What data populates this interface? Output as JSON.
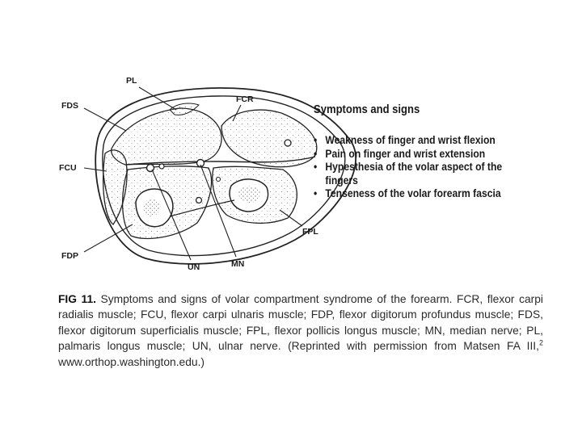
{
  "figure": {
    "labels": {
      "pl": "PL",
      "fds": "FDS",
      "fcr": "FCR",
      "fcu": "FCU",
      "fdp": "FDP",
      "un": "UN",
      "mn": "MN",
      "fpl": "FPL"
    },
    "symptoms": {
      "title": "Symptoms and signs",
      "items": [
        "Weakness of finger and wrist flexion",
        "Pain on finger and wrist extension",
        "Hypesthesia of the volar aspect of the fingers",
        "Tenseness of the volar forearm fascia"
      ]
    }
  },
  "caption": {
    "fig_label": "FIG 11.",
    "text": "Symptoms and signs of volar compartment syndrome of the forearm. FCR, flexor carpi radialis muscle; FCU, flexor carpi ulnaris muscle; FDP, flexor digitorum profundus muscle; FDS, flexor digitorum superficialis muscle; FPL, flexor pollicis longus muscle; MN, median nerve; PL, palmaris longus muscle; UN, ulnar nerve. (Reprinted with permission from Matsen FA III,",
    "ref_number": "2",
    "link": "www.orthop.washington.edu.)"
  },
  "colors": {
    "ink": "#1a1a1a",
    "background": "#ffffff",
    "muscle_fill": "#f4f4f4"
  }
}
